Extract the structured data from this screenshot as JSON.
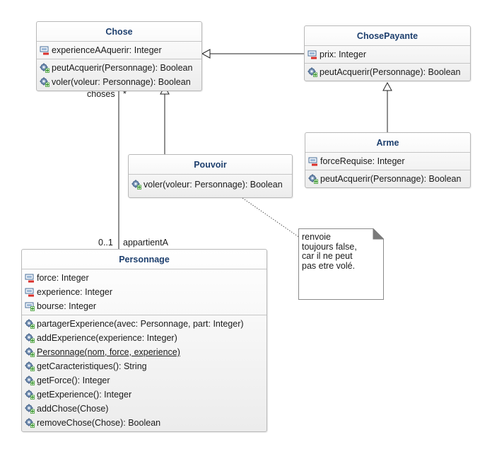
{
  "classes": {
    "chose": {
      "name": "Chose",
      "attributes": [
        "experienceAAquerir: Integer"
      ],
      "operations": [
        "peutAcquerir(Personnage): Boolean",
        "voler(voleur: Personnage): Boolean"
      ]
    },
    "chose_payante": {
      "name": "ChosePayante",
      "attributes": [
        "prix: Integer"
      ],
      "operations": [
        "peutAcquerir(Personnage): Boolean"
      ]
    },
    "arme": {
      "name": "Arme",
      "attributes": [
        "forceRequise: Integer"
      ],
      "operations": [
        "peutAcquerir(Personnage): Boolean"
      ]
    },
    "pouvoir": {
      "name": "Pouvoir",
      "operations": [
        "voler(voleur: Personnage): Boolean"
      ]
    },
    "personnage": {
      "name": "Personnage",
      "attributes": [
        "force: Integer",
        "experience: Integer",
        "bourse: Integer"
      ],
      "operations": [
        "partagerExperience(avec: Personnage, part: Integer)",
        "addExperience(experience: Integer)",
        "Personnage(nom, force, experience)",
        "getCaracteristiques(): String",
        "getForce(): Integer",
        "getExperience(): Integer",
        "addChose(Chose)",
        "removeChose(Chose): Boolean"
      ]
    }
  },
  "association": {
    "role_choses": "choses",
    "multiplicity_choses": "*",
    "role_personnage": "appartientA",
    "multiplicity_personnage": "0..1"
  },
  "note": {
    "text": "renvoie\ntoujours false,\ncar il ne peut\npas etre volé."
  },
  "icons": {
    "private_attribute": "private-attribute-icon",
    "protected_attribute": "protected-attribute-icon",
    "public_operation": "public-operation-icon"
  },
  "colors": {
    "class_title": "#1d3f6e",
    "border": "#b8b8b8",
    "private_marker": "#d9302b",
    "public_marker": "#3c9a2e"
  }
}
